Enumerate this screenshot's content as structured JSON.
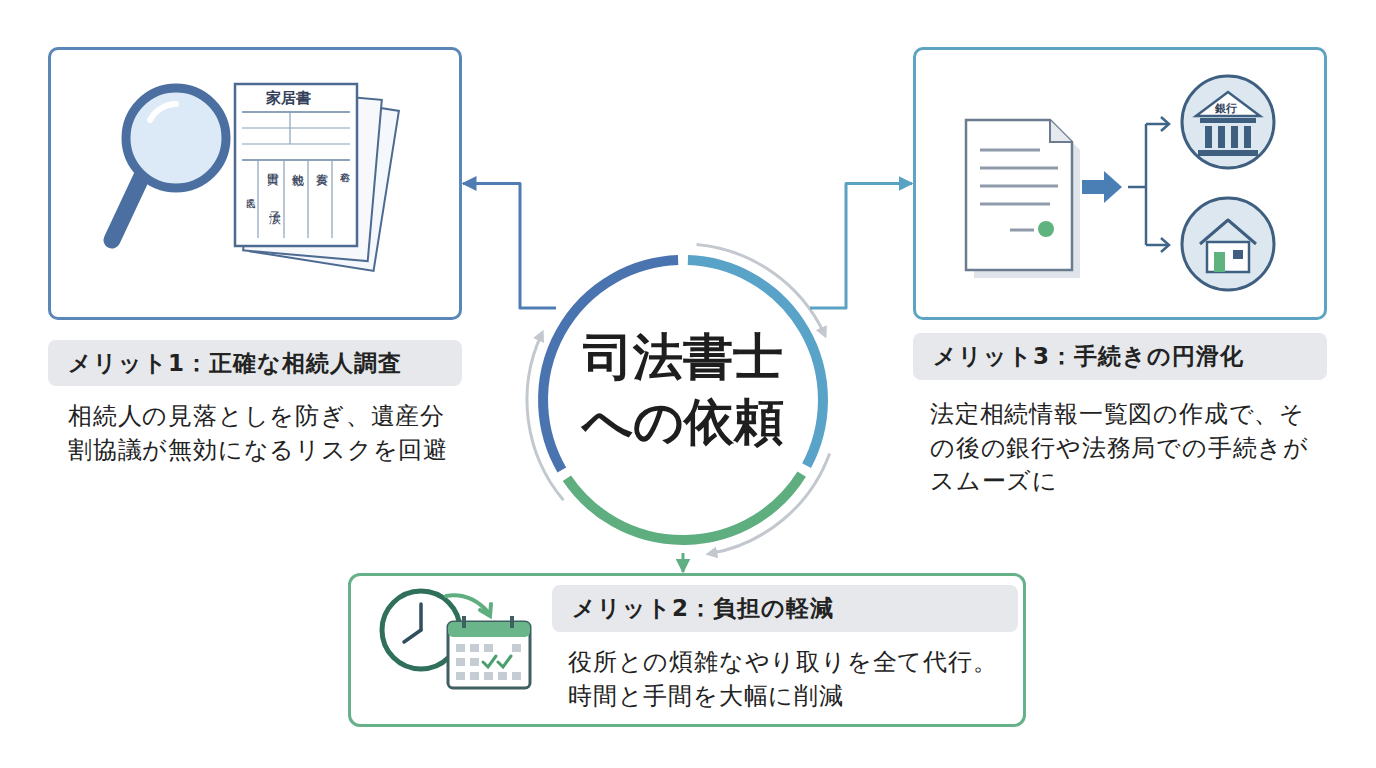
{
  "diagram": {
    "nodes": [
      {
        "text": [
          "司法書士への依頼"
        ]
      },
      {
        "text": [
          "メリット1：正確な相続人調査",
          "相続人の見落としを防ぎ、遺産分割協議が無効になるリスクを回避"
        ]
      },
      {
        "text": [
          "メリット3：手続きの円滑化",
          "法定相続情報一覧図の作成で、その後の銀行や法務局での手続きがスムーズに"
        ]
      },
      {
        "text": [
          "メリット2：負担の軽減",
          "役所との煩雑なやり取りを全て代行。 時間と手間を大幅に削減"
        ]
      }
    ],
    "edges": [
      {
        "from": 0,
        "to": 1,
        "arrow": "to"
      },
      {
        "from": 0,
        "to": 2,
        "arrow": "to"
      },
      {
        "from": 0,
        "to": 3,
        "arrow": "to"
      }
    ],
    "labels": [
      "家居書",
      "氏名",
      "實田",
      "涙子",
      "他毅",
      "奏賞",
      "名称",
      "銀行"
    ]
  }
}
